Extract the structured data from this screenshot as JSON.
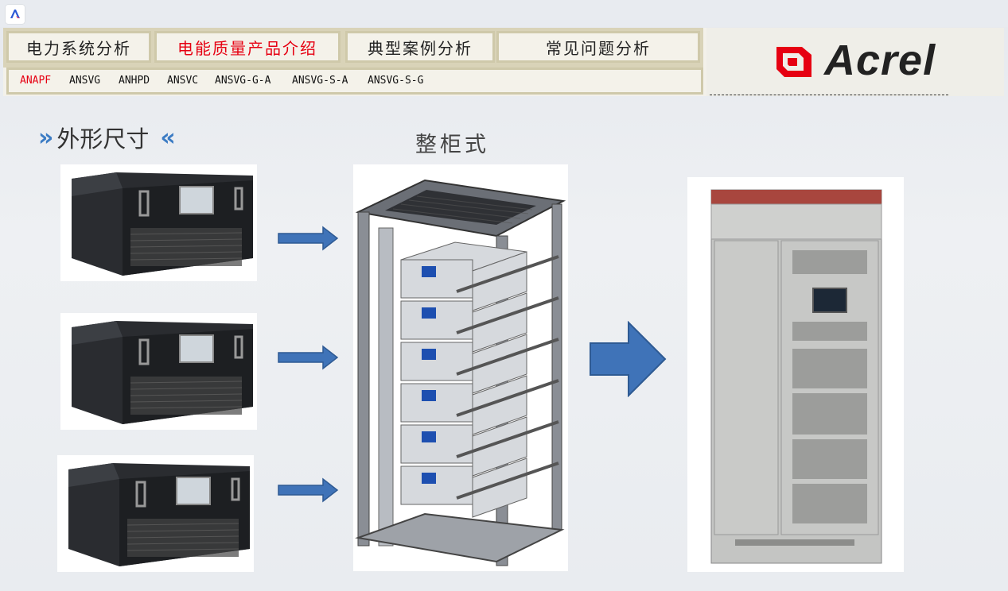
{
  "nav": {
    "tabs": [
      {
        "label": "电力系统分析",
        "active": false
      },
      {
        "label": "电能质量产品介绍",
        "active": true
      },
      {
        "label": "典型案例分析",
        "active": false
      },
      {
        "label": "常见问题分析",
        "active": false
      }
    ],
    "subitems": [
      {
        "label": "ANAPF",
        "active": true
      },
      {
        "label": "ANSVG",
        "active": false
      },
      {
        "label": "ANHPD",
        "active": false
      },
      {
        "label": "ANSVC",
        "active": false
      },
      {
        "label": "ANSVG-G-A",
        "active": false
      },
      {
        "label": "ANSVG-S-A",
        "active": false
      },
      {
        "label": "ANSVG-S-G",
        "active": false
      }
    ]
  },
  "brand": {
    "name": "Acrel",
    "color": "#e60012"
  },
  "content": {
    "section_title": "外形尺寸",
    "cabinet_label": "整柜式",
    "accent": "#3c7cc4"
  }
}
